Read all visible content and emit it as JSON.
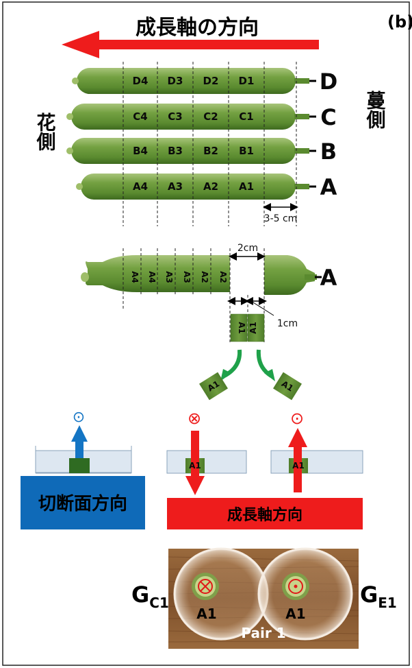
{
  "panel_label": "(b)",
  "growth_axis_title": "成長軸の方向",
  "side_labels": {
    "flower_side": "花側",
    "vine_side": "蔓側"
  },
  "rows": [
    {
      "letter": "D",
      "segments": [
        "D4",
        "D3",
        "D2",
        "D1"
      ]
    },
    {
      "letter": "C",
      "segments": [
        "C4",
        "C3",
        "C2",
        "C1"
      ]
    },
    {
      "letter": "B",
      "segments": [
        "B4",
        "B3",
        "B2",
        "B1"
      ]
    },
    {
      "letter": "A",
      "segments": [
        "A4",
        "A3",
        "A2",
        "A1"
      ]
    }
  ],
  "end_length_label": "3-5 cm",
  "cut_detail": {
    "row_letter": "A",
    "strips": [
      "A4",
      "A4",
      "A3",
      "A3",
      "A2",
      "A2"
    ],
    "gap_label": "2cm",
    "slice_label": "1cm",
    "slices": [
      "A1",
      "A1"
    ],
    "tilted_pieces": [
      "A1",
      "A1"
    ]
  },
  "orientation": {
    "cut_surface_symbol": "⊙",
    "into_symbol": "⊗",
    "out_symbol": "⊙",
    "dish_labels": [
      "A1",
      "A1"
    ],
    "cut_surface_direction_label": "切断面方向",
    "growth_direction_label": "成長軸方向"
  },
  "photo": {
    "left_group": {
      "main": "G",
      "sub": "C1"
    },
    "right_group": {
      "main": "G",
      "sub": "E1"
    },
    "left_sample": "A1",
    "right_sample": "A1",
    "pair_label": "Pair 1"
  },
  "colors": {
    "cucumber": "#5f8f35",
    "cucumber_light": "#a8c47a",
    "red_arrow": "#ee1c1c",
    "blue_box": "#0f6ab8",
    "blue_arrow": "#1475c4",
    "water": "#dde7f1",
    "wood": "#8a5a33"
  }
}
